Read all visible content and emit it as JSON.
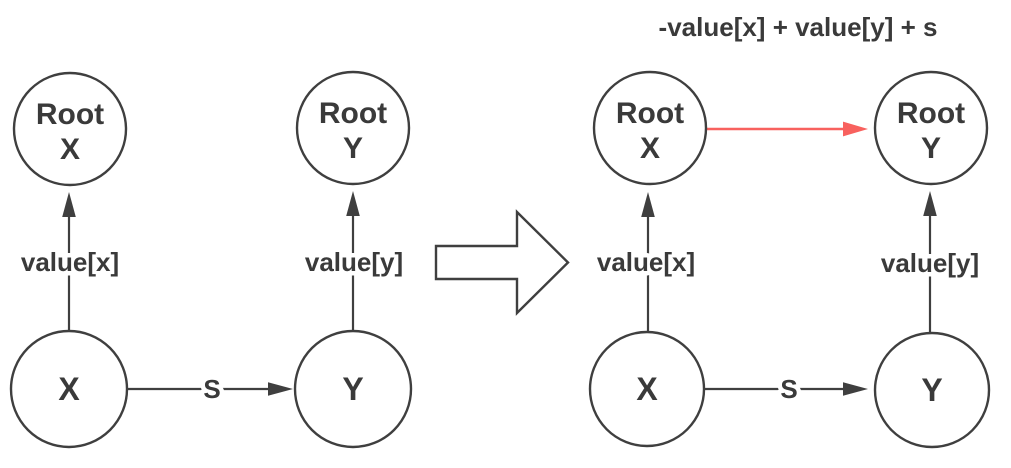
{
  "colors": {
    "background": "#ffffff",
    "line": "#3f3f3f",
    "text": "#3a3a3a",
    "red_arrow": "#f8615e"
  },
  "left_graph": {
    "nodes": {
      "root_x": {
        "line1": "Root",
        "line2": "X"
      },
      "root_y": {
        "line1": "Root",
        "line2": "Y"
      },
      "x": {
        "label": "X"
      },
      "y": {
        "label": "Y"
      }
    },
    "edges": {
      "x_to_root_x": {
        "label": "value[x]"
      },
      "y_to_root_y": {
        "label": "value[y]"
      },
      "x_to_y": {
        "label": "S"
      }
    }
  },
  "right_graph": {
    "nodes": {
      "root_x": {
        "line1": "Root",
        "line2": "X"
      },
      "root_y": {
        "line1": "Root",
        "line2": "Y"
      },
      "x": {
        "label": "X"
      },
      "y": {
        "label": "Y"
      }
    },
    "edges": {
      "x_to_root_x": {
        "label": "value[x]"
      },
      "y_to_root_y": {
        "label": "value[y]"
      },
      "x_to_y": {
        "label": "S"
      },
      "root_x_to_root_y": {
        "label": "-value[x] + value[y] + s",
        "color": "#f8615e"
      }
    }
  }
}
